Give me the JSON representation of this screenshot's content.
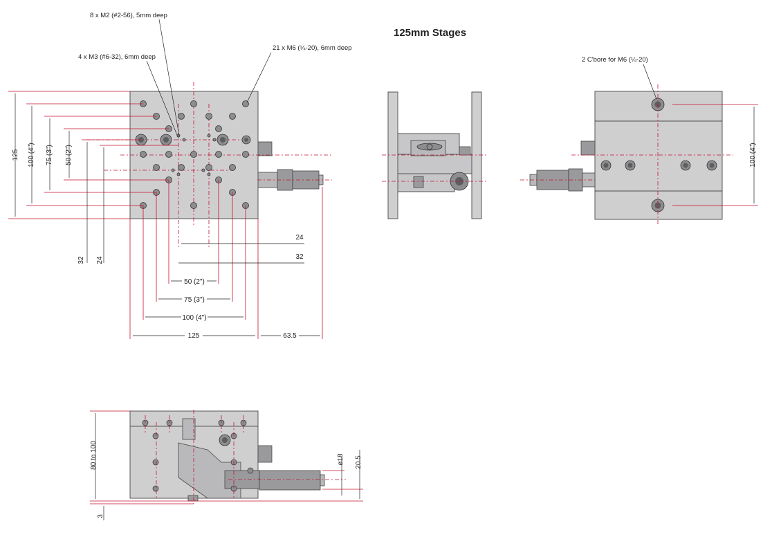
{
  "title": "125mm Stages",
  "callouts": {
    "m2": "8 x M2 (#2-56), 5mm deep",
    "m3": "4 x M3 (#6-32), 6mm deep",
    "m6": "21 x M6 (¼-20), 6mm deep",
    "cbore": "2 C'bore for M6 (¼-20)"
  },
  "top_view_dims": {
    "d24_right": "24",
    "d32_right": "32",
    "d50": "50 (2\")",
    "d75": "75 (3\")",
    "d100": "100 (4\")",
    "d125": "125",
    "d63_5": "63.5",
    "v125": "125",
    "v100": "100 (4\")",
    "v75": "75 (3\")",
    "v50": "50 (2\")",
    "v32": "32",
    "v24": "24"
  },
  "right_view_dims": {
    "v100": "100 (4\")"
  },
  "side_view_dims": {
    "height": "80 to 100",
    "base": "3",
    "dia18": "ø18",
    "d20_5": "20.5"
  },
  "colors": {
    "dimension_line": "#c8102e",
    "plate": "#cfcfd0"
  }
}
